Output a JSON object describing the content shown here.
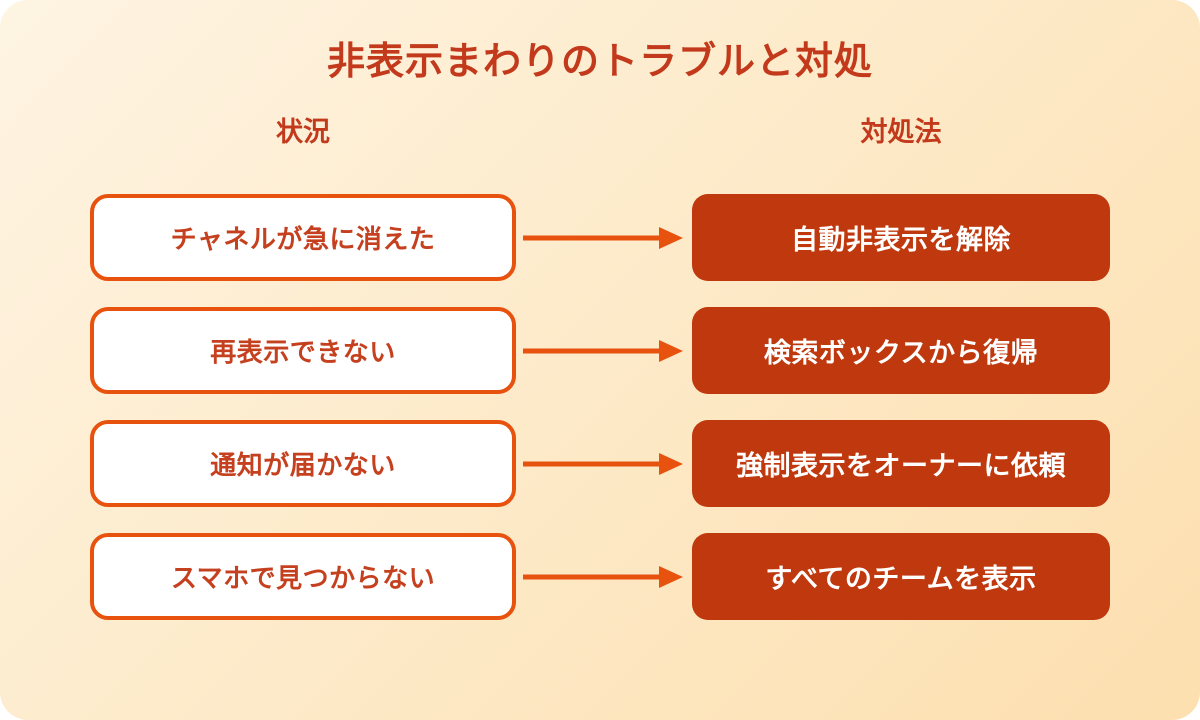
{
  "title": "非表示まわりのトラブルと対処",
  "columns": {
    "situation_label": "状況",
    "remedy_label": "対処法"
  },
  "rows": [
    {
      "situation": "チャネルが急に消えた",
      "remedy": "自動非表示を解除"
    },
    {
      "situation": "再表示できない",
      "remedy": "検索ボックスから復帰"
    },
    {
      "situation": "通知が届かない",
      "remedy": "強制表示をオーナーに依頼"
    },
    {
      "situation": "スマホで見つからない",
      "remedy": "すべてのチームを表示"
    }
  ],
  "colors": {
    "background_gradient_start": "#FEF4E3",
    "background_gradient_end": "#FDDFAF",
    "heading_text": "#C23A1B",
    "situation_box_border": "#E8520F",
    "situation_box_text": "#C5401E",
    "arrow": "#E8520F",
    "remedy_box_background": "#BF380E",
    "remedy_box_text": "#FFFFFF"
  }
}
